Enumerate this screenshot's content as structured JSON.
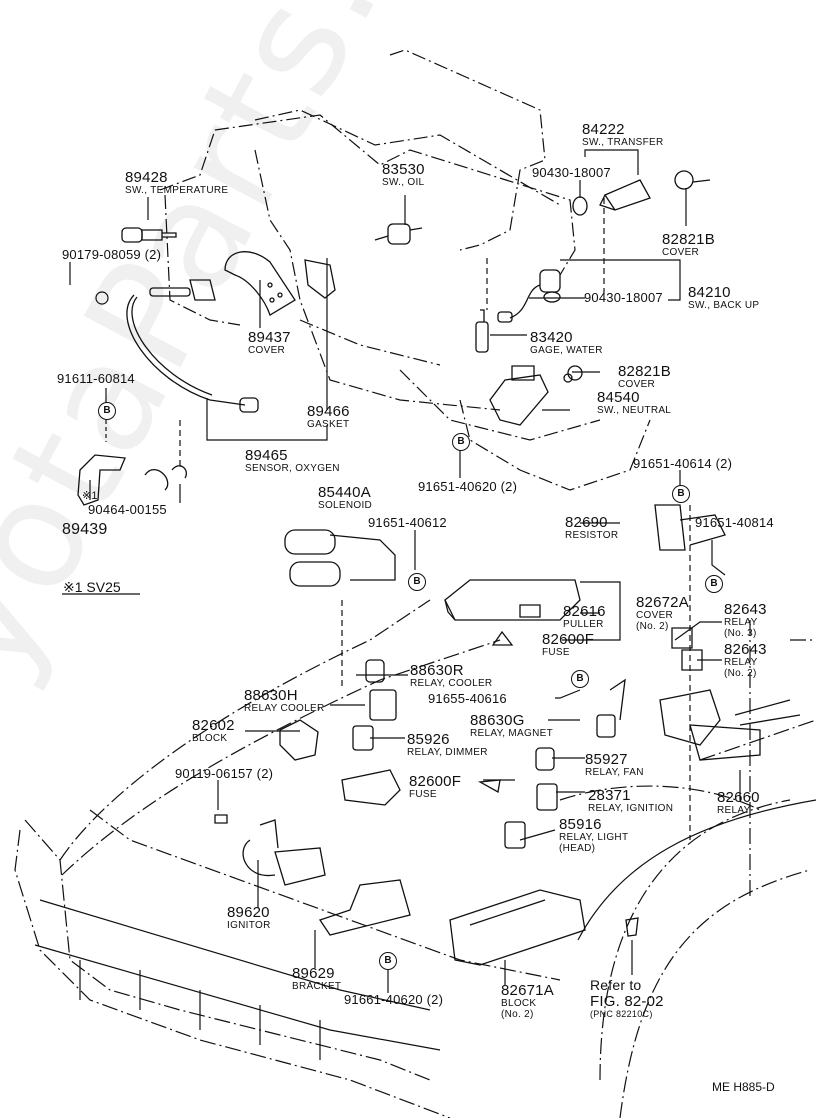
{
  "watermark": "ToyotaParts.ru",
  "drawing_code": "ME H885-D",
  "footnote": {
    "marker": "※1",
    "label": "SV25"
  },
  "ref_marker": "B",
  "parts": [
    {
      "number": "89428",
      "name": "SW., TEMPERATURE"
    },
    {
      "number": "83530",
      "name": "SW., OIL"
    },
    {
      "number": "84222",
      "name": "SW., TRANSFER"
    },
    {
      "number": "90430-18007",
      "name": ""
    },
    {
      "number": "82821B",
      "name": "COVER"
    },
    {
      "number": "90179-08059 (2)",
      "name": ""
    },
    {
      "number": "84210",
      "name": "SW., BACK UP"
    },
    {
      "number": "90430-18007",
      "name": ""
    },
    {
      "number": "89437",
      "name": "COVER"
    },
    {
      "number": "83420",
      "name": "GAGE, WATER"
    },
    {
      "number": "82821B",
      "name": "COVER"
    },
    {
      "number": "91611-60814",
      "name": ""
    },
    {
      "number": "89466",
      "name": "GASKET"
    },
    {
      "number": "84540",
      "name": "SW., NEUTRAL"
    },
    {
      "number": "89465",
      "name": "SENSOR, OXYGEN"
    },
    {
      "number": "91651-40620 (2)",
      "name": ""
    },
    {
      "number": "91651-40614 (2)",
      "name": ""
    },
    {
      "number": "89439",
      "name": ""
    },
    {
      "number": "90464-00155",
      "name": "",
      "note": "※1"
    },
    {
      "number": "85440A",
      "name": "SOLENOID"
    },
    {
      "number": "91651-40612",
      "name": ""
    },
    {
      "number": "82690",
      "name": "RESISTOR"
    },
    {
      "number": "91651-40814",
      "name": ""
    },
    {
      "number": "82616",
      "name": "PULLER"
    },
    {
      "number": "82672A",
      "name": "COVER",
      "sub": "(No. 2)"
    },
    {
      "number": "82600F",
      "name": "FUSE"
    },
    {
      "number": "82643",
      "name": "RELAY",
      "sub": "(No. 3)"
    },
    {
      "number": "82643",
      "name": "RELAY",
      "sub": "(No. 2)"
    },
    {
      "number": "88630R",
      "name": "RELAY, COOLER"
    },
    {
      "number": "88630H",
      "name": "RELAY COOLER"
    },
    {
      "number": "91655-40616",
      "name": ""
    },
    {
      "number": "82602",
      "name": "BLOCK"
    },
    {
      "number": "88630G",
      "name": "RELAY, MAGNET"
    },
    {
      "number": "85926",
      "name": "RELAY, DIMMER"
    },
    {
      "number": "90119-06157 (2)",
      "name": ""
    },
    {
      "number": "85927",
      "name": "RELAY, FAN"
    },
    {
      "number": "82600F",
      "name": "FUSE"
    },
    {
      "number": "28371",
      "name": "RELAY, IGNITION"
    },
    {
      "number": "82660",
      "name": "RELAY"
    },
    {
      "number": "85916",
      "name": "RELAY, LIGHT",
      "sub": "(HEAD)"
    },
    {
      "number": "89620",
      "name": "IGNITOR"
    },
    {
      "number": "89629",
      "name": "BRACKET"
    },
    {
      "number": "91661-40620 (2)",
      "name": ""
    },
    {
      "number": "82671A",
      "name": "BLOCK",
      "sub": "(No. 2)"
    }
  ],
  "reference": {
    "line1": "Refer to",
    "line2": "FIG. 82-02",
    "line3": "(PNC 82210C)"
  }
}
